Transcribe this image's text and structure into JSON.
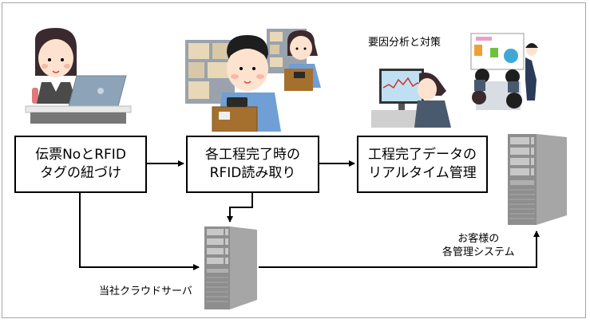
{
  "boxes": [
    {
      "line1": "伝票NoとRFID",
      "line2": "タグの紐づけ"
    },
    {
      "line1": "各工程完了時の",
      "line2": "RFID読み取り"
    },
    {
      "line1": "工程完了データの",
      "line2": "リアルタイム管理"
    }
  ],
  "labels": {
    "analysis": "要因分析と対策",
    "cloud_server": "当社クラウドサーバ",
    "customer_line1": "お客様の",
    "customer_line2": "各管理システム"
  },
  "illustrations": {
    "office_worker": "woman-at-laptop",
    "warehouse_workers": "workers-scanning-boxes",
    "analyst": "woman-at-monitor",
    "meeting": "presentation-meeting",
    "customer_server": "server-rack",
    "cloud_server": "server-rack"
  },
  "colors": {
    "border": "#a6a6a6",
    "box_border": "#000000",
    "arrow": "#000000"
  }
}
